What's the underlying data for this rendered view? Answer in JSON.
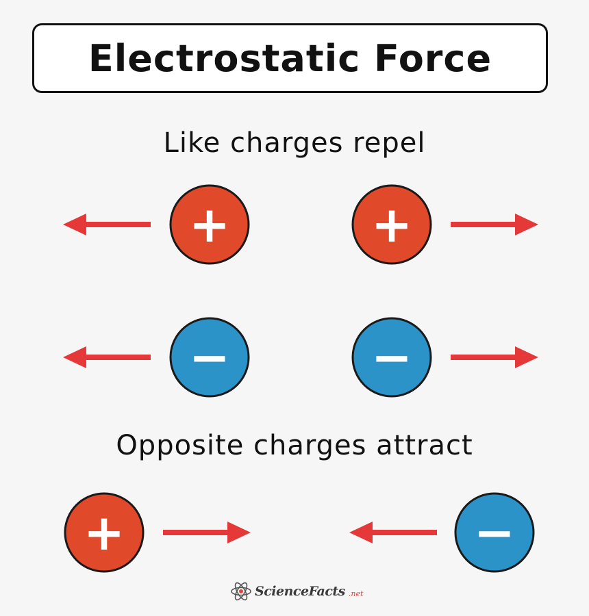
{
  "title": "Electrostatic Force",
  "sections": {
    "repel_heading": "Like charges repel",
    "attract_heading": "Opposite charges attract"
  },
  "charges": {
    "positive_symbol": "+",
    "negative_symbol": "−"
  },
  "colors": {
    "positive": "#e04a2a",
    "negative": "#2b93c8",
    "arrow": "#e53838",
    "outline": "#1a1a1a"
  },
  "logo": {
    "text": "ScienceFacts",
    "suffix": ".net",
    "icon": "atom-icon"
  }
}
